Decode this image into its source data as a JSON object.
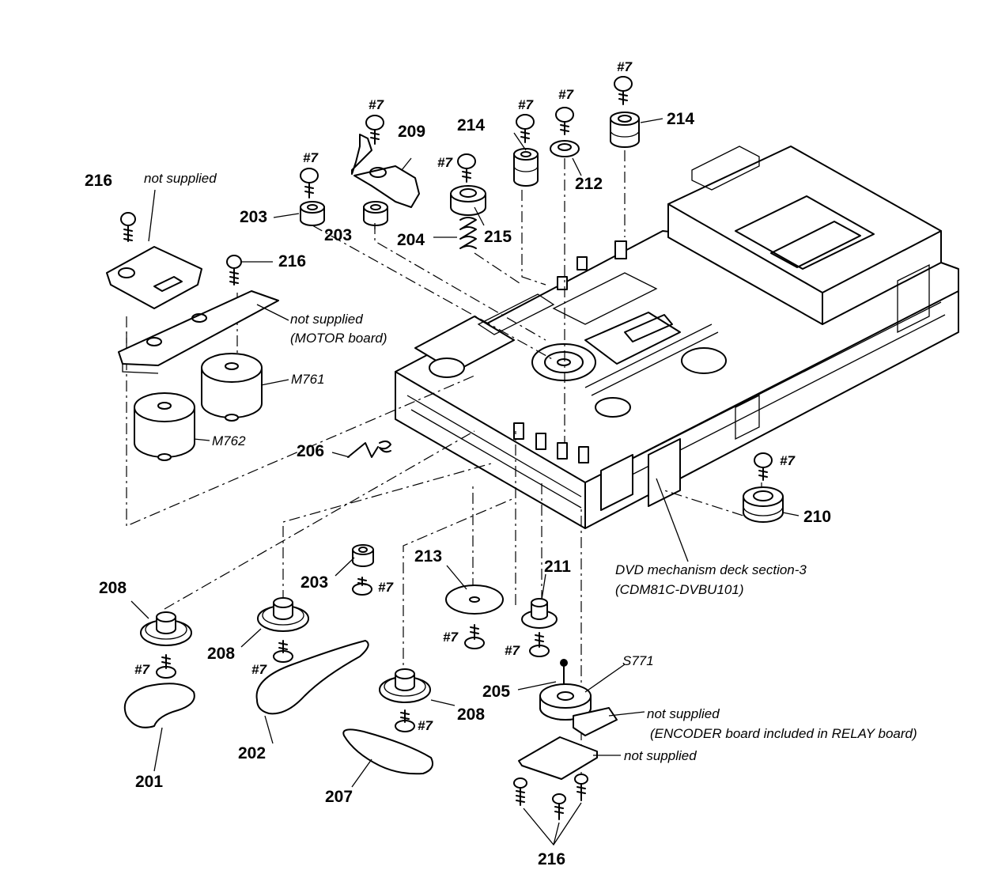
{
  "labels": {
    "p216_top": "216",
    "p216_mid": "216",
    "p216_bottom": "216",
    "not_supplied_top": "not supplied",
    "not_supplied_motor": "not supplied",
    "motor_board": "(MOTOR board)",
    "m761": "M761",
    "m762": "M762",
    "p203_a": "203",
    "p203_b": "203",
    "p203_c": "203",
    "h7_a": "#7",
    "h7_b": "#7",
    "h7_c": "#7",
    "h7_d": "#7",
    "h7_e": "#7",
    "h7_f": "#7",
    "h7_g": "#7",
    "h7_h": "#7",
    "h7_i": "#7",
    "h7_j": "#7",
    "h7_k": "#7",
    "h7_l": "#7",
    "p209": "209",
    "p214_a": "214",
    "p214_b": "214",
    "p212": "212",
    "p215": "215",
    "p204": "204",
    "p206": "206",
    "p210": "210",
    "deck_line1": "DVD mechanism deck section-3",
    "deck_line2": "(CDM81C-DVBU101)",
    "p208_a": "208",
    "p208_b": "208",
    "p208_c": "208",
    "p213": "213",
    "p211": "211",
    "p201": "201",
    "p202": "202",
    "p207": "207",
    "p205": "205",
    "s771": "S771",
    "not_supplied_encoder": "not supplied",
    "encoder_board": "(ENCODER board included in RELAY board)",
    "not_supplied_bottom": "not supplied"
  }
}
